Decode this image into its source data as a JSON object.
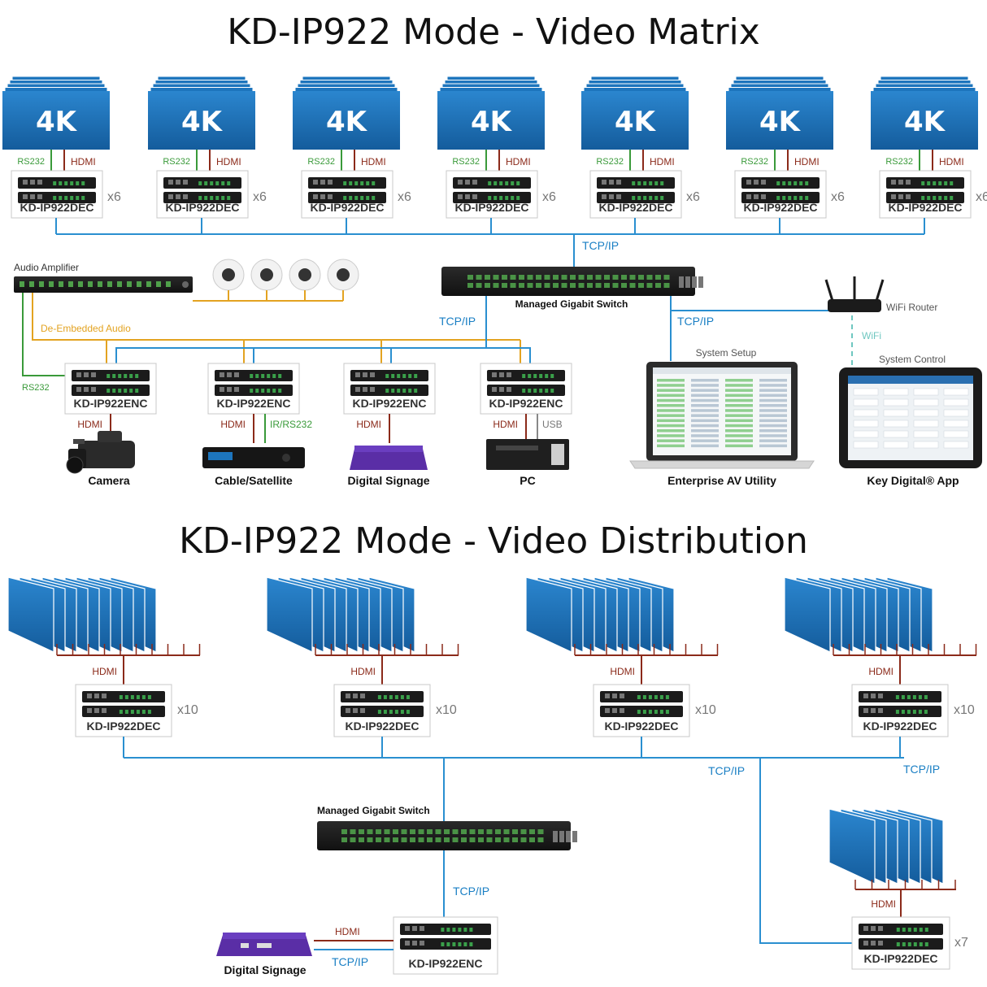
{
  "titles": {
    "matrix": "KD-IP922 Mode - Video Matrix",
    "distribution": "KD-IP922 Mode - Video Distribution"
  },
  "labels": {
    "fourk": "4K",
    "dec": "KD-IP922DEC",
    "enc": "KD-IP922ENC",
    "rs232": "RS232",
    "hdmi": "HDMI",
    "tcpip": "TCP/IP",
    "x6": "x6",
    "x10": "x10",
    "x7": "x7",
    "audio_amp": "Audio Amplifier",
    "de_embedded": "De-Embedded Audio",
    "switch": "Managed Gigabit Switch",
    "wifi_router": "WiFi Router",
    "wifi": "WiFi",
    "system_setup": "System Setup",
    "system_control": "System Control",
    "ir_rs232": "IR/RS232",
    "usb": "USB",
    "camera": "Camera",
    "cable_sat": "Cable/Satellite",
    "digital_signage": "Digital Signage",
    "pc": "PC",
    "enterprise": "Enterprise AV Utility",
    "key_digital_app": "Key Digital® App"
  },
  "colors": {
    "tv_blue": "#1d75bd",
    "tcp_blue": "#2a8fd0",
    "hdmi_red": "#8b2a1a",
    "rs_green": "#3a9a3a",
    "audio_orange": "#e3a321"
  }
}
